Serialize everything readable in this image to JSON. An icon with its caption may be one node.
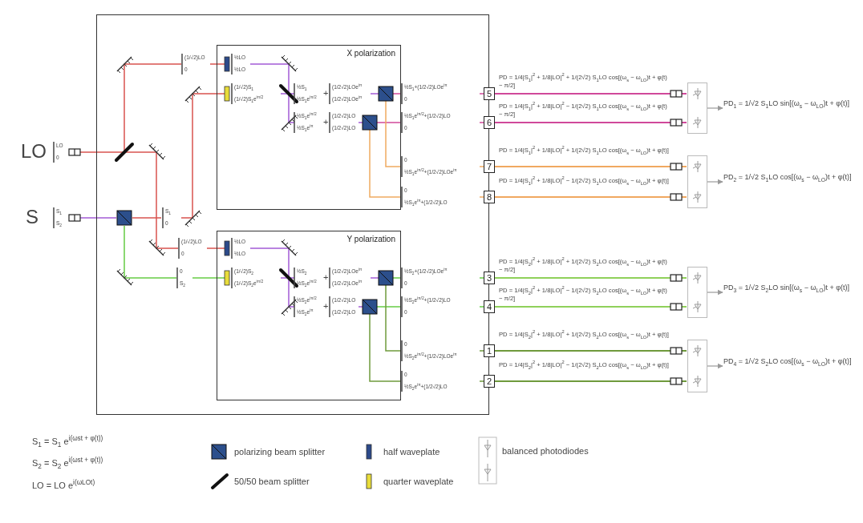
{
  "diagram": {
    "nodes": [
      {
        "text": [],
        "shape": "box"
      },
      {
        "text": [
          "X polarization"
        ],
        "in": 0
      },
      {
        "text": [
          "Y polarization"
        ],
        "in": 0
      },
      {
        "text": [
          "5"
        ],
        "beside": [
          "PD = 1/4|S$_{1}$|$^{2}$ + 1/8|LO|$^{2}$ + 1/(2√2) S$_{1}$LO cos[(ω$_{s}$ − ω$_{LO}$)t + φ(t) − π/2]"
        ]
      },
      {
        "text": [
          "6"
        ],
        "beside": [
          "PD = 1/4|S$_{1}$|$^{2}$ + 1/8|LO|$^{2}$ − 1/(2√2) S$_{1}$LO cos[(ω$_{s}$ − ω$_{LO}$)t + φ(t) − π/2]"
        ]
      },
      {
        "text": [
          "7"
        ],
        "beside": [
          "PD = 1/4|S$_{1}$|$^{2}$ + 1/8|LO|$^{2}$ + 1/(2√2) S$_{1}$LO cos[(ω$_{s}$ − ω$_{LO}$)t + φ(t)]"
        ]
      },
      {
        "text": [
          "8"
        ],
        "beside": [
          "PD = 1/4|S$_{1}$|$^{2}$ + 1/8|LO|$^{2}$ − 1/(2√2) S$_{1}$LO cos[(ω$_{s}$ − ω$_{LO}$)t + φ(t)]"
        ]
      },
      {
        "text": [
          "3"
        ],
        "beside": [
          "PD = 1/4|S$_{2}$|$^{2}$ + 1/8|LO|$^{2}$ + 1/(2√2) S$_{2}$LO cos[(ω$_{s}$ − ω$_{LO}$)t + φ(t) − π/2]"
        ]
      },
      {
        "text": [
          "4"
        ],
        "beside": [
          "PD = 1/4|S$_{2}$|$^{2}$ + 1/8|LO|$^{2}$ − 1/(2√2) S$_{2}$LO cos[(ω$_{s}$ − ω$_{LO}$)t + φ(t) − π/2]"
        ]
      },
      {
        "text": [
          "1"
        ],
        "beside": [
          "PD = 1/4|S$_{2}$|$^{2}$ + 1/8|LO|$^{2}$ + 1/(2√2) S$_{2}$LO cos[(ω$_{s}$ − ω$_{LO}$)t + φ(t)]"
        ]
      },
      {
        "text": [
          "2"
        ],
        "beside": [
          "PD = 1/4|S$_{2}$|$^{2}$ + 1/8|LO|$^{2}$ − 1/(2√2) S$_{2}$LO cos[(ω$_{s}$ − ω$_{LO}$)t + φ(t)]"
        ]
      },
      {
        "text": [],
        "shape": "box"
      },
      {
        "text": [],
        "shape": "box"
      },
      {
        "text": [],
        "shape": "box"
      },
      {
        "text": [],
        "shape": "box"
      },
      {
        "text": [
          "PD$_{1}$ = 1/√2 S$_{1}$LO sin[(ω$_{s}$ − ω$_{LO}$)t + φ(t)]"
        ]
      },
      {
        "text": [
          "PD$_{2}$ = 1/√2 S$_{1}$LO cos[(ω$_{s}$ − ω$_{LO}$)t + φ(t)]"
        ]
      },
      {
        "text": [
          "PD$_{3}$ = 1/√2 S$_{2}$LO sin[(ω$_{s}$ − ω$_{LO}$)t + φ(t)]"
        ]
      },
      {
        "text": [
          "PD$_{4}$ = 1/√2 S$_{2}$LO cos[(ω$_{s}$ − ω$_{LO}$)t + φ(t)]"
        ]
      }
    ],
    "edges": [
      {
        "from": 3,
        "to": 11,
        "arrow": "none",
        "color": "#d0489a"
      },
      {
        "from": 4,
        "to": 11,
        "arrow": "none",
        "color": "#d0489a"
      },
      {
        "from": 5,
        "to": 12,
        "arrow": "none",
        "color": "#f0a860"
      },
      {
        "from": 6,
        "to": 12,
        "arrow": "none",
        "color": "#f0a860"
      },
      {
        "from": 7,
        "to": 13,
        "arrow": "none",
        "color": "#8fd05a"
      },
      {
        "from": 8,
        "to": 13,
        "arrow": "none",
        "color": "#8fd05a"
      },
      {
        "from": 9,
        "to": 14,
        "arrow": "none",
        "color": "#6f9a3c"
      },
      {
        "from": 10,
        "to": 14,
        "arrow": "none",
        "color": "#6f9a3c"
      },
      {
        "from": 11,
        "to": 15,
        "arrow": "to"
      },
      {
        "from": 12,
        "to": 16,
        "arrow": "to"
      },
      {
        "from": 13,
        "to": 17,
        "arrow": "to"
      },
      {
        "from": 14,
        "to": 18,
        "arrow": "to"
      }
    ],
    "labels": [
      "LO",
      "LO",
      "0",
      "S",
      "S$_{1}$",
      "S$_{2}$",
      "(1/√2)LO",
      "0",
      "½LO",
      "½LO",
      "(1/√2)S$_{1}$",
      "(1/√2)S$_{1}$e$^{iπ/2}$",
      "½S$_{1}$",
      "½S$_{1}$e$^{iπ/2}$",
      "+",
      "(1/2√2)LOe$^{iπ}$",
      "(1/2√2)LOe$^{iπ}$",
      "½S$_{1}$e$^{iπ/2}$",
      "½S$_{1}$e$^{iπ}$",
      "+",
      "(1/2√2)LO",
      "(1/2√2)LO",
      "½S$_{1}$+(1/2√2)LOe$^{iπ}$",
      "0",
      "½S$_{1}$e$^{iπ/2}$+(1/2√2)LO",
      "0",
      "0",
      "½S$_{1}$e$^{iπ/2}$+(1/2√2)LOe$^{iπ}$",
      "0",
      "½S$_{1}$e$^{iπ}$+(1/2√2)LO",
      "S$_{1}$",
      "0",
      "(1/√2)LO",
      "0",
      "0",
      "S$_{2}$",
      "½LO",
      "½LO",
      "(1/√2)S$_{2}$",
      "(1/√2)S$_{2}$e$^{iπ/2}$",
      "½S$_{2}$",
      "½S$_{2}$e$^{iπ/2}$",
      "+",
      "(1/2√2)LOe$^{iπ}$",
      "(1/2√2)LOe$^{iπ}$",
      "½S$_{2}$e$^{iπ/2}$",
      "½S$_{2}$e$^{iπ}$",
      "+",
      "(1/2√2)LO",
      "(1/2√2)LO",
      "½S$_{2}$+(1/2√2)LOe$^{iπ}$",
      "0",
      "½S$_{2}$e$^{iπ/2}$+(1/2√2)LO",
      "0",
      "0",
      "½S$_{2}$e$^{iπ/2}$+(1/2√2)LOe$^{iπ}$",
      "0",
      "½S$_{2}$e$^{iπ}$+(1/2√2)LO",
      "S$_{1}$ = S$_{1}$ e$^{i(ωst + φ(t))}$",
      "S$_{2}$ = S$_{2}$ e$^{i(ωst + φ(t))}$",
      "LO = LO e$^{i(ωLOt)}$"
    ],
    "legend": [
      {
        "text": "polarizing beam splitter"
      },
      {
        "text": "50/50 beam splitter"
      },
      {
        "text": "half waveplate",
        "color": "#2c4a8a"
      },
      {
        "text": "quarter waveplate",
        "color": "#e8dc3a"
      },
      {
        "text": "balanced photodiodes"
      }
    ]
  }
}
